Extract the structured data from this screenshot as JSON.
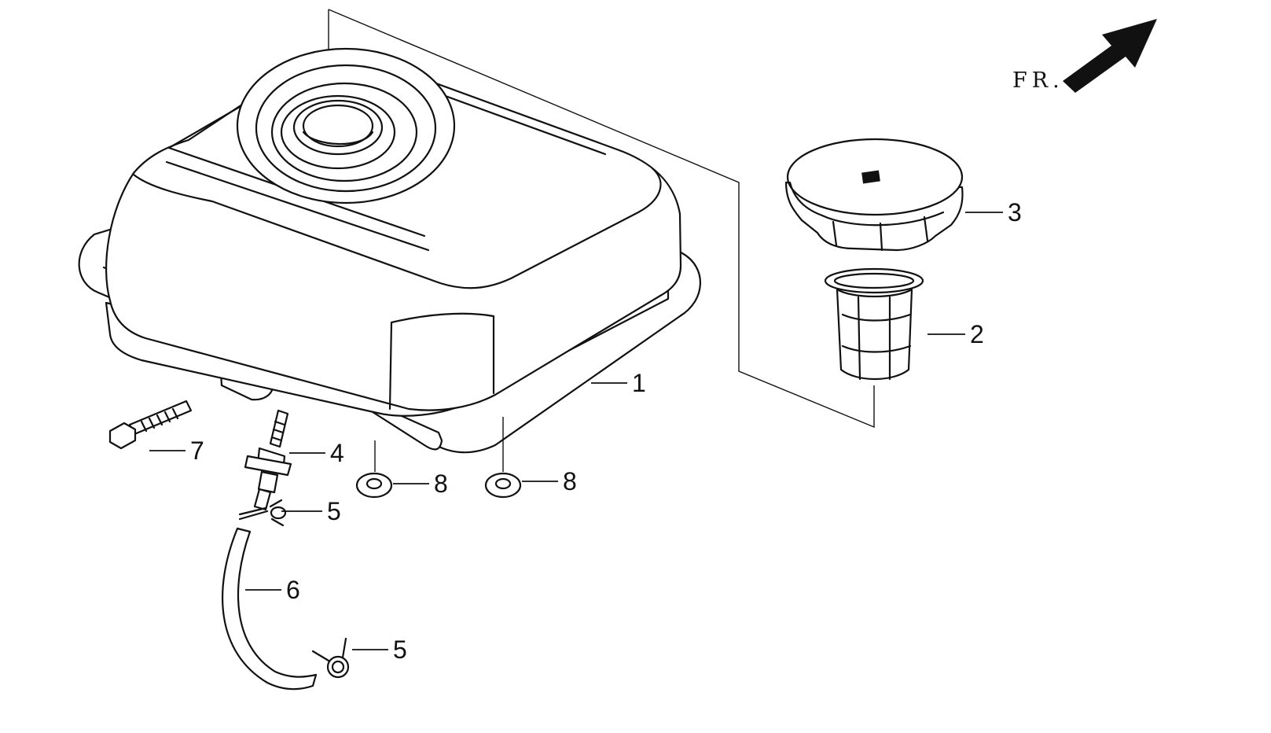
{
  "orientation": {
    "label": "FR.",
    "icon": "front-direction-arrow-icon"
  },
  "callouts": [
    {
      "part": "fuel-tank",
      "number": "1"
    },
    {
      "part": "strainer",
      "number": "2"
    },
    {
      "part": "fuel-cap",
      "number": "3"
    },
    {
      "part": "fuel-cock",
      "number": "4"
    },
    {
      "part": "hose-clip-upper",
      "number": "5"
    },
    {
      "part": "fuel-tube",
      "number": "6"
    },
    {
      "part": "hose-clip-lower",
      "number": "5"
    },
    {
      "part": "flange-bolt",
      "number": "7"
    },
    {
      "part": "washer-left",
      "number": "8"
    },
    {
      "part": "washer-right",
      "number": "8"
    }
  ]
}
